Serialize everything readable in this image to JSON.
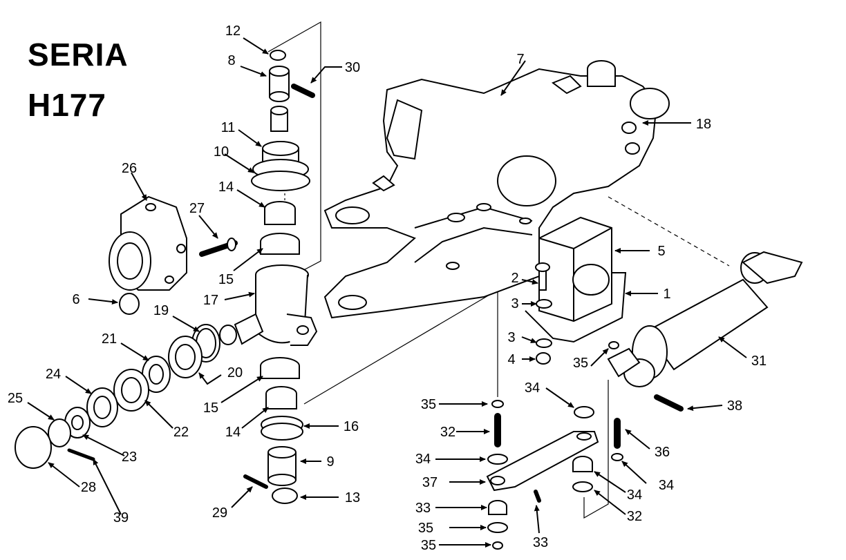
{
  "title": {
    "line1": "SERIA",
    "line2": "H177"
  },
  "callouts": [
    "12",
    "8",
    "30",
    "11",
    "10",
    "14",
    "27",
    "15",
    "26",
    "17",
    "6",
    "19",
    "21",
    "20",
    "24",
    "15",
    "25",
    "22",
    "14",
    "16",
    "23",
    "9",
    "28",
    "39",
    "29",
    "13",
    "7",
    "18",
    "5",
    "2",
    "1",
    "3",
    "3",
    "4",
    "35",
    "34",
    "31",
    "35",
    "32",
    "38",
    "34",
    "36",
    "37",
    "33",
    "33",
    "34",
    "35",
    "32",
    "35",
    "34",
    "35"
  ],
  "colors": {
    "ink": "#000000",
    "paper": "#ffffff"
  }
}
